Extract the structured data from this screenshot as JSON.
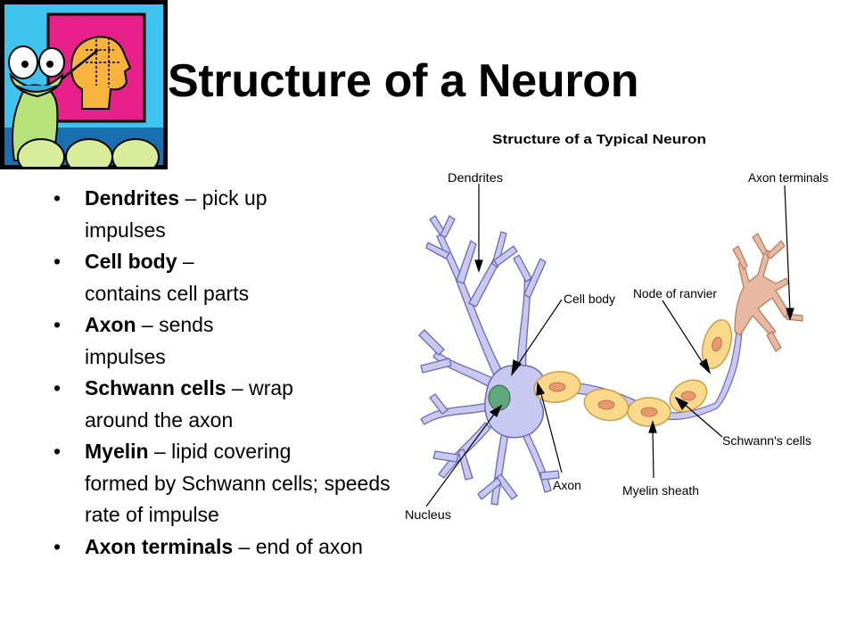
{
  "slide": {
    "title": "Structure of a Neuron"
  },
  "bullets": [
    {
      "term": "Dendrites",
      "lines": [
        " – pick up",
        "impulses"
      ]
    },
    {
      "term": "Cell body",
      "lines": [
        " –",
        "contains cell parts"
      ]
    },
    {
      "term": "Axon",
      "lines": [
        " – sends",
        "impulses"
      ]
    },
    {
      "term": "Schwann cells",
      "lines": [
        " – wrap",
        "around the axon"
      ]
    },
    {
      "term": "Myelin",
      "lines": [
        " – lipid covering",
        "formed by Schwann cells; speeds",
        "rate of impulse"
      ]
    },
    {
      "term": "Axon terminals",
      "lines": [
        " – end of axon"
      ]
    }
  ],
  "diagram": {
    "title": "Structure of a Typical Neuron",
    "labels": {
      "dendrites": "Dendrites",
      "axon_terminals": "Axon terminals",
      "cell_body": "Cell body",
      "node_of_ranvier": "Node of ranvier",
      "schwanns_cells": "Schwann's cells",
      "axon": "Axon",
      "myelin_sheath": "Myelin sheath",
      "nucleus": "Nucleus"
    }
  },
  "colors": {
    "neuron_fill": "#c8c8f0",
    "neuron_stroke": "#6a6ab4",
    "myelin_fill": "#fbd98b",
    "myelin_stroke": "#c9a04a",
    "myelin_center": "#e79a6f",
    "nucleus": "#5fa87a",
    "terminal_fill": "#e8b8a0",
    "clipart_blue": "#3fc4f0",
    "clipart_pink": "#e8218a",
    "clipart_frog": "#b8e27a"
  },
  "icons": {
    "clipart": "frog-teacher-illustration",
    "bullet": "bullet-dot"
  }
}
